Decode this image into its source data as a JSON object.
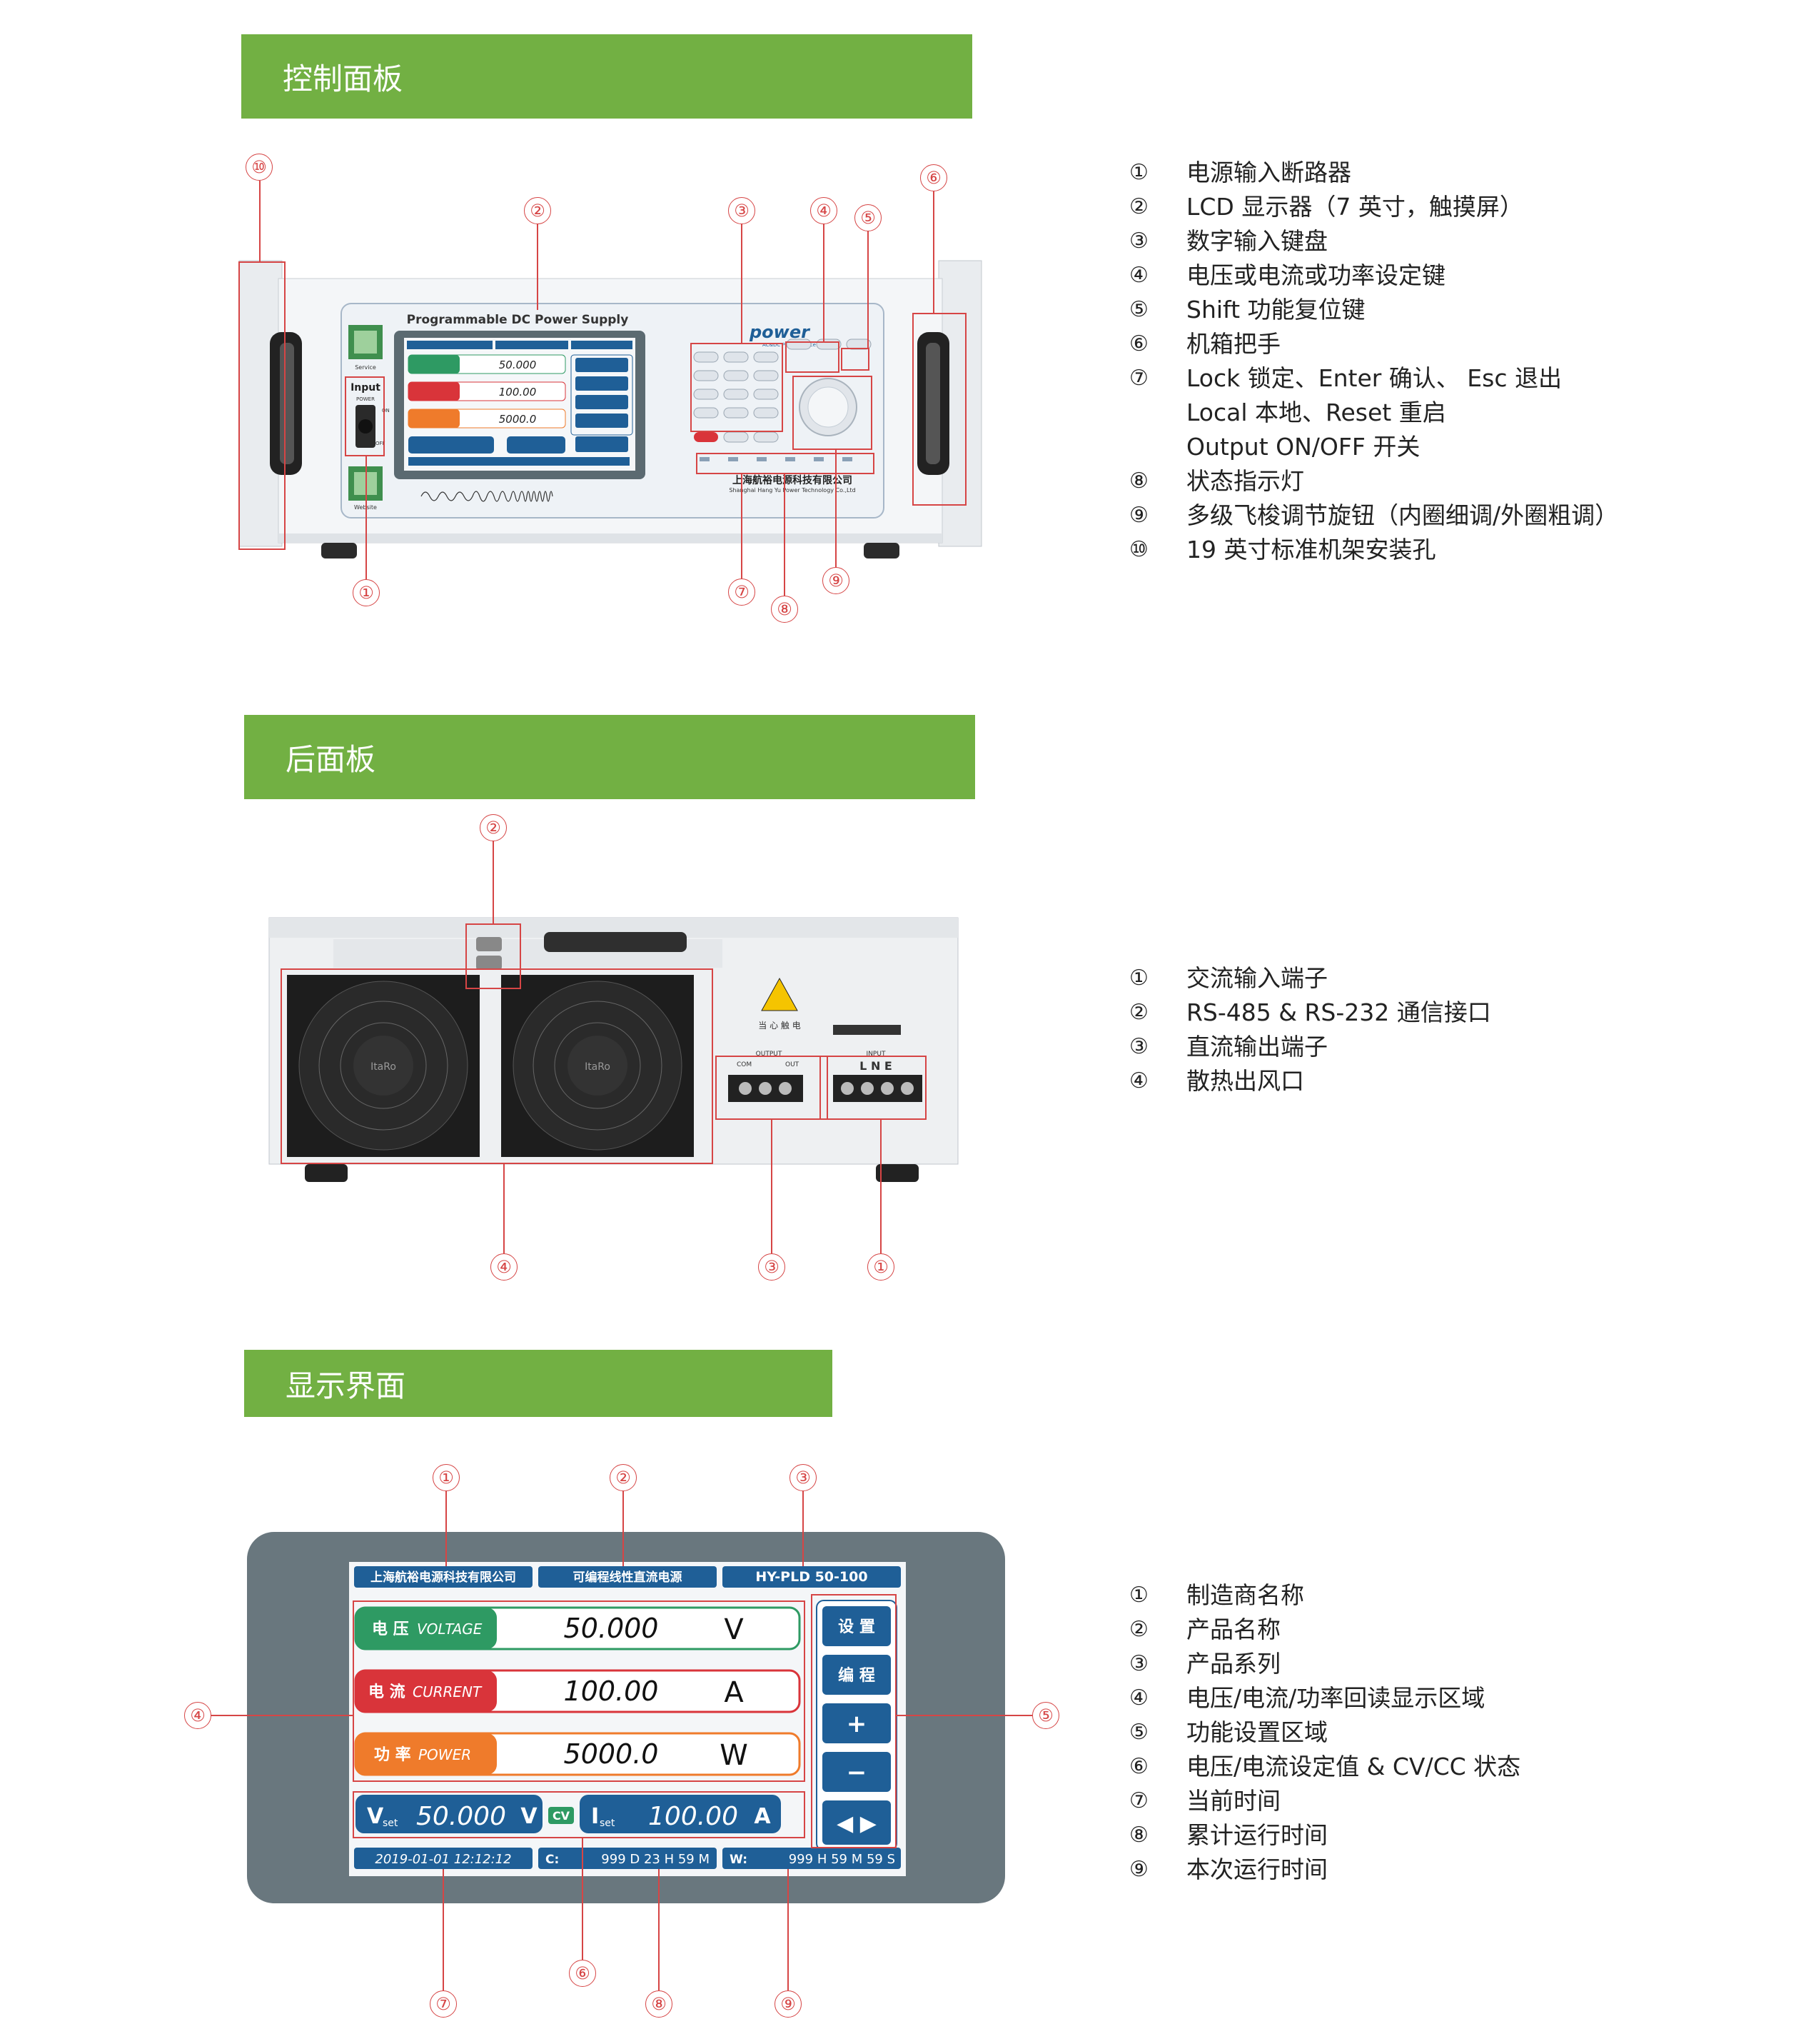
{
  "sections": {
    "control": {
      "title": "控制面板"
    },
    "rear": {
      "title": "后面板"
    },
    "display": {
      "title": "显示界面"
    }
  },
  "control_legend": [
    {
      "num": "①",
      "text": "电源输入断路器"
    },
    {
      "num": "②",
      "text": "LCD 显示器（7 英寸，触摸屏）"
    },
    {
      "num": "③",
      "text": "数字输入键盘"
    },
    {
      "num": "④",
      "text": "电压或电流或功率设定键"
    },
    {
      "num": "⑤",
      "text": "Shift 功能复位键"
    },
    {
      "num": "⑥",
      "text": "机箱把手"
    },
    {
      "num": "⑦",
      "text": "Lock 锁定、Enter 确认、 Esc 退出"
    },
    {
      "num": "",
      "text": "Local 本地、Reset 重启"
    },
    {
      "num": "",
      "text": "Output ON/OFF 开关"
    },
    {
      "num": "⑧",
      "text": "状态指示灯"
    },
    {
      "num": "⑨",
      "text": "多级飞梭调节旋钮（内圈细调/外圈粗调）"
    },
    {
      "num": "⑩",
      "text": "19 英寸标准机架安装孔"
    }
  ],
  "rear_legend": [
    {
      "num": "①",
      "text": "交流输入端子"
    },
    {
      "num": "②",
      "text": "RS-485 & RS-232 通信接口"
    },
    {
      "num": "③",
      "text": "直流输出端子"
    },
    {
      "num": "④",
      "text": "散热出风口"
    }
  ],
  "display_legend": [
    {
      "num": "①",
      "text": "制造商名称"
    },
    {
      "num": "②",
      "text": "产品名称"
    },
    {
      "num": "③",
      "text": "产品系列"
    },
    {
      "num": "④",
      "text": "电压/电流/功率回读显示区域"
    },
    {
      "num": "⑤",
      "text": "功能设置区域"
    },
    {
      "num": "⑥",
      "text": "电压/电流设定值 & CV/CC 状态"
    },
    {
      "num": "⑦",
      "text": "当前时间"
    },
    {
      "num": "⑧",
      "text": "累计运行时间"
    },
    {
      "num": "⑨",
      "text": "本次运行时间"
    }
  ],
  "callouts": {
    "c1": "①",
    "c2": "②",
    "c3": "③",
    "c4": "④",
    "c5": "⑤",
    "c6": "⑥",
    "c7": "⑦",
    "c8": "⑧",
    "c9": "⑨",
    "c10": "⑩"
  },
  "front_panel": {
    "header": "Programmable DC Power Supply",
    "brand": "power",
    "brand_sub": "AC&DC Power Source",
    "company_cn": "上海航裕电源科技有限公司",
    "company_en": "Shanghai Hang Yu Power Technology Co.,Ltd",
    "input_label": "Input",
    "power_label": "POWER",
    "on_label": "ON",
    "off_label": "OFF",
    "service_label": "Service",
    "website_label": "Website"
  },
  "rear_panel": {
    "warn_text": "当 心 触 电",
    "output_label": "OUTPUT",
    "input_label": "INPUT",
    "com_label": "COM",
    "out_label": "OUT",
    "lne": "L N E",
    "fan_brand": "ItaRo"
  },
  "lcd": {
    "manufacturer": "上海航裕电源科技有限公司",
    "product_name": "可编程线性直流电源",
    "series": "HY-PLD 50-100",
    "readings": [
      {
        "cn": "电 压",
        "en": "VOLTAGE",
        "value": "50.000",
        "unit": "V",
        "color": "#2e9a63"
      },
      {
        "cn": "电 流",
        "en": "CURRENT",
        "value": "100.00",
        "unit": "A",
        "color": "#d9343a"
      },
      {
        "cn": "功 率",
        "en": "POWER",
        "value": "5000.0",
        "unit": "W",
        "color": "#ef7b2b"
      }
    ],
    "buttons": [
      "设 置",
      "编 程",
      "+",
      "−",
      "◀ ▶"
    ],
    "vset_label": "V",
    "vset_sub": "set",
    "vset_value": "50.000",
    "vset_unit": "V",
    "mode": "CV",
    "iset_label": "I",
    "iset_sub": "set",
    "iset_value": "100.00",
    "iset_unit": "A",
    "datetime": "2019-01-01  12:12:12",
    "cum_label": "C:",
    "cum_value": "999 D 23 H 59 M",
    "run_label": "W:",
    "run_value": "999 H 59 M  59 S"
  },
  "colors": {
    "accent_green": "#72b043",
    "callout_red": "#d64545",
    "lcd_blue": "#1f5f97",
    "bezel_gray": "#69777e"
  }
}
